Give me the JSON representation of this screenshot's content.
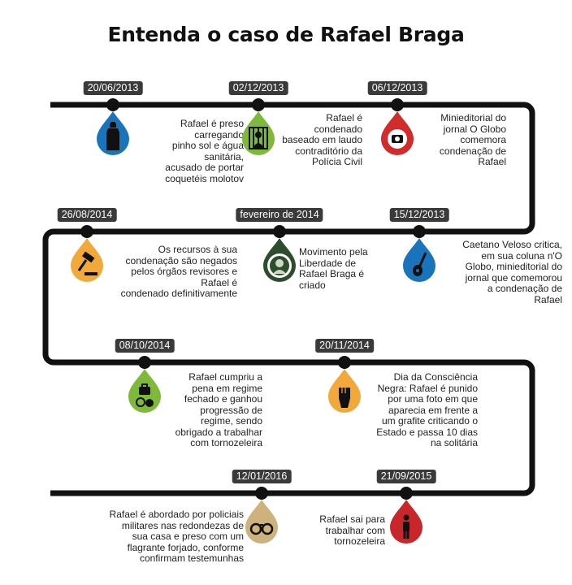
{
  "title": "Entenda o caso de Rafael Braga",
  "events": [
    {
      "date": "20/06/2013",
      "text": "Rafael é preso carregando\npinho sol e água sanitária,\nacusado de portar\ncoquetéis molotov",
      "icon": "bottle-icon",
      "color": "#1a74bb"
    },
    {
      "date": "02/12/2013",
      "text": "Rafael é\ncondenado\nbaseado em laudo\ncontraditório da\nPolícia Civil",
      "icon": "jail-icon",
      "color": "#7fb93a"
    },
    {
      "date": "06/12/2013",
      "text": "Minieditorial do\njornal O Globo\ncomemora\ncondenação de\nRafael",
      "icon": "globo-tv-icon",
      "color": "#d12b2b"
    },
    {
      "date": "26/08/2014",
      "text": "Os recursos à sua\ncondenação são negados\npelos órgãos revisores e\nRafael é\ncondenado definitivamente",
      "icon": "gavel-icon",
      "color": "#f2a93b"
    },
    {
      "date": "fevereiro de 2014",
      "text": "Movimento pela\nLiberdade de\nRafael Braga é\ncriado",
      "icon": "movement-seal-icon",
      "color": "#2e4d2c"
    },
    {
      "date": "15/12/2013",
      "text": "Caetano Veloso critica,\nem sua coluna n'O\nGlobo, minieditorial do\njornal que comemorou\na condenação de\nRafael",
      "icon": "guitar-icon",
      "color": "#1a74bb"
    },
    {
      "date": "08/10/2014",
      "text": "Rafael cumpriu a\npena em regime\nfechado e ganhou\nprogressão de\nregime, sendo\nobrigado a trabalhar\ncom tornozeleira",
      "icon": "ankle-monitor-icon",
      "color": "#7fb93a"
    },
    {
      "date": "20/11/2014",
      "text": "Dia da Consciência\nNegra: Rafael é punido\npor uma foto em que\naparecia em frente a\num grafite criticando o\nEstado e passa 10 dias\nna solitária",
      "icon": "raised-fist-icon",
      "color": "#f2a93b"
    },
    {
      "date": "12/01/2016",
      "text": "Rafael é abordado por policiais\nmilitares nas redondezas de\nsua casa e preso com um\nflagrante forjado, conforme\nconfirmam testemunhas",
      "icon": "handcuffs-icon",
      "color": "#cdb27e"
    },
    {
      "date": "21/09/2015",
      "text": "Rafael sai para\ntrabalhar com\ntornozeleira",
      "icon": "person-icon",
      "color": "#c8262a"
    }
  ]
}
